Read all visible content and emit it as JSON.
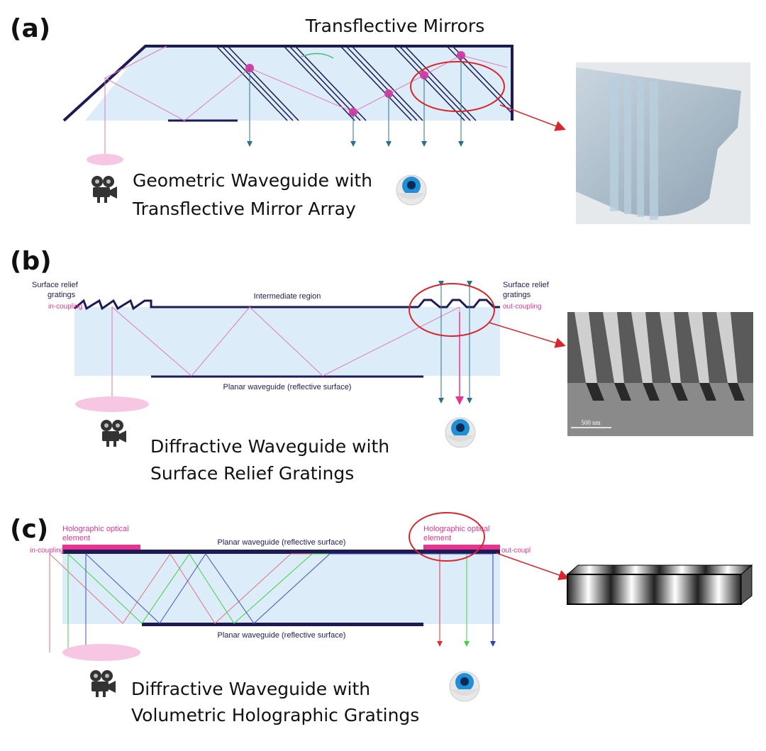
{
  "panels": {
    "a": {
      "label": "(a)",
      "title": "Transflective Mirrors",
      "caption_line1": "Geometric Waveguide with",
      "caption_line2": "Transflective Mirror Array"
    },
    "b": {
      "label": "(b)",
      "left_label_line1": "Surface relief",
      "left_label_line2": "gratings",
      "left_sub": "in-coupling",
      "middle_label": "Intermediate region",
      "right_label_line1": "Surface relief",
      "right_label_line2": "gratings",
      "right_sub": "out-coupling",
      "bottom_label": "Planar waveguide (reflective surface)",
      "scale_bar": "500 nm",
      "caption_line1": "Diffractive Waveguide with",
      "caption_line2": "Surface Relief Gratings"
    },
    "c": {
      "label": "(c)",
      "left_label_line1": "Holographic optical",
      "left_label_line2": "element",
      "left_sub": "in-coupling",
      "top_label": "Planar waveguide (reflective surface)",
      "right_label_line1": "Holographic optical",
      "right_label_line2": "element",
      "right_sub": "out-coupl",
      "bottom_label": "Planar waveguide (reflective surface)",
      "caption_line1": "Diffractive Waveguide with",
      "caption_line2": "Volumetric Holographic Gratings"
    }
  },
  "icons": [
    "projector-camera-icon",
    "eye-icon"
  ],
  "colors": {
    "waveguide_fill": "#dcedf9",
    "waveguide_edge": "#1e1a55",
    "ray_pink": "#e07ab8",
    "highlight_red": "#d9262c",
    "out_arrow": "#2a6f8f",
    "red_ray": "#e03030",
    "green_ray": "#40d040",
    "blue_ray": "#3040c0"
  }
}
